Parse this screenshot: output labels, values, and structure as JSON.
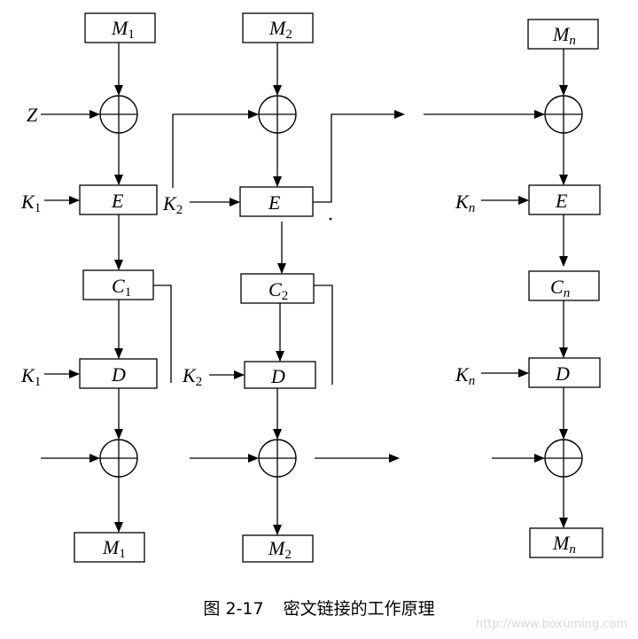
{
  "inputs": {
    "m1": {
      "main": "M",
      "sub": "1"
    },
    "m2": {
      "main": "M",
      "sub": "2"
    },
    "mn": {
      "main": "M",
      "sub": "n"
    }
  },
  "initial_vector": "Z",
  "keys": {
    "k1": {
      "main": "K",
      "sub": "1"
    },
    "k2": {
      "main": "K",
      "sub": "2"
    },
    "kn": {
      "main": "K",
      "sub": "n"
    }
  },
  "encrypt_label": "E",
  "decrypt_label": "D",
  "ciphertexts": {
    "c1": {
      "main": "C",
      "sub": "1"
    },
    "c2": {
      "main": "C",
      "sub": "2"
    },
    "cn": {
      "main": "C",
      "sub": "n"
    }
  },
  "outputs": {
    "m1": {
      "main": "M",
      "sub": "1"
    },
    "m2": {
      "main": "M",
      "sub": "2"
    },
    "mn": {
      "main": "M",
      "sub": "n"
    }
  },
  "caption": {
    "number": "图 2-17",
    "title": "密文链接的工作原理"
  },
  "watermark": "http://www.boxuming.com"
}
